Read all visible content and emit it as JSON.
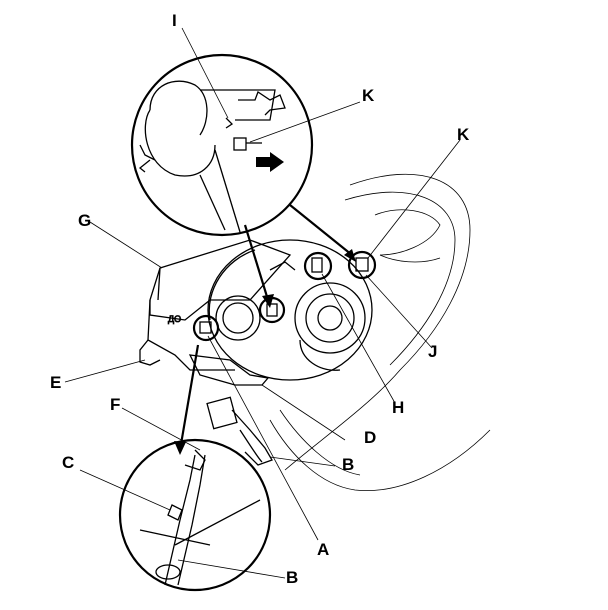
{
  "labels": {
    "A": "A",
    "B_upper": "B",
    "B_lower": "B",
    "C": "C",
    "D": "D",
    "E": "E",
    "F": "F",
    "G": "G",
    "H": "H",
    "I": "I",
    "J": "J",
    "K_upper": "K",
    "K_right": "K"
  }
}
